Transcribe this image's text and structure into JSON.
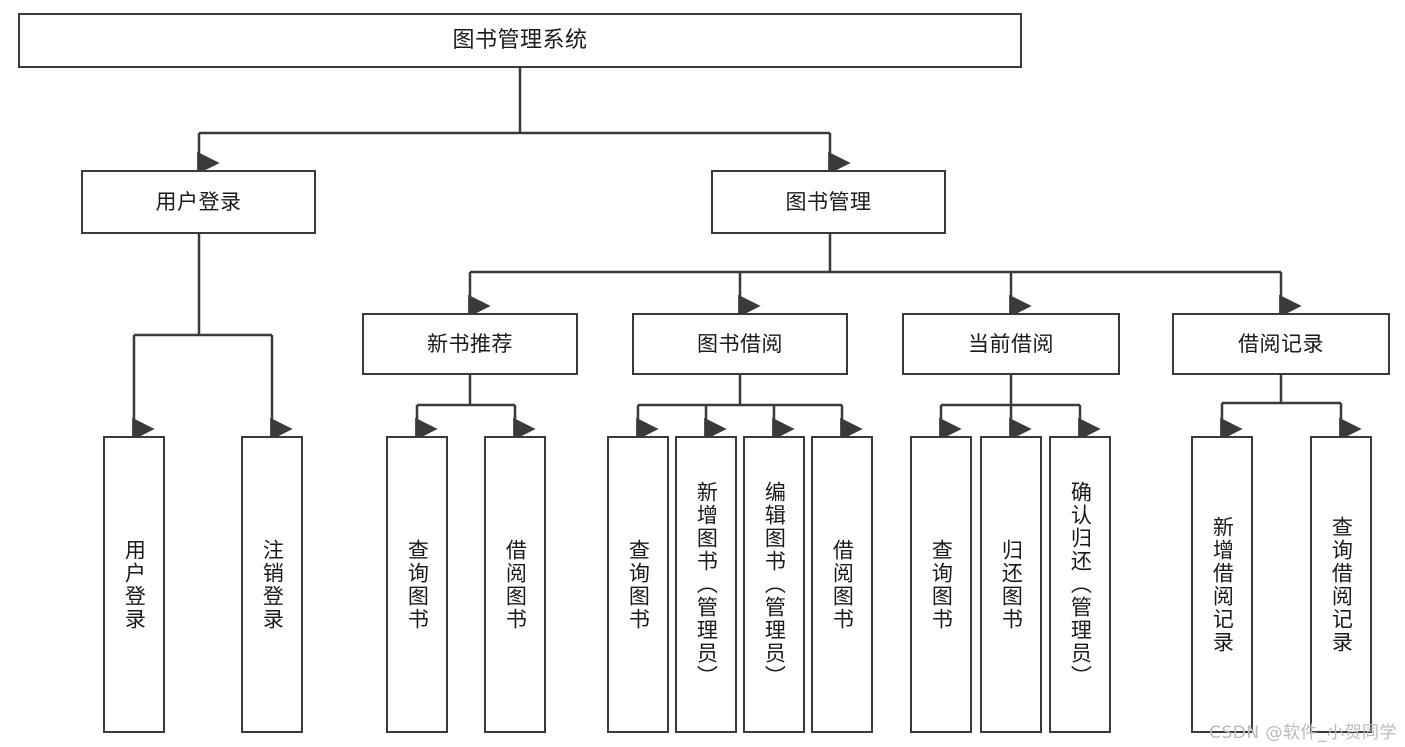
{
  "diagram": {
    "title": "图书管理系统",
    "type": "tree",
    "colors": {
      "stroke": "#3a3a3a",
      "box_fill": "#ffffff",
      "text": "#1a1a1a",
      "watermark": "#b9b9b9",
      "background": "#ffffff"
    },
    "root": {
      "label": "图书管理系统"
    },
    "level2": [
      {
        "id": "user-login",
        "label": "用户登录"
      },
      {
        "id": "book-manage",
        "label": "图书管理"
      }
    ],
    "level3": [
      {
        "id": "new-book-recommend",
        "label": "新书推荐"
      },
      {
        "id": "book-borrow",
        "label": "图书借阅"
      },
      {
        "id": "current-borrow",
        "label": "当前借阅"
      },
      {
        "id": "borrow-record",
        "label": "借阅记录"
      }
    ],
    "leaves": {
      "user_login": [
        {
          "id": "leaf-user-login",
          "label": "用户登录"
        },
        {
          "id": "leaf-logout-login",
          "label": "注销登录"
        }
      ],
      "new_book_recommend": [
        {
          "id": "leaf-query-book-1",
          "label": "查询图书"
        },
        {
          "id": "leaf-borrow-book-1",
          "label": "借阅图书"
        }
      ],
      "book_borrow": [
        {
          "id": "leaf-query-book-2",
          "label": "查询图书"
        },
        {
          "id": "leaf-add-book",
          "label": "新增图书（管理员）"
        },
        {
          "id": "leaf-edit-book",
          "label": "编辑图书（管理员）"
        },
        {
          "id": "leaf-borrow-book-2",
          "label": "借阅图书"
        }
      ],
      "current_borrow": [
        {
          "id": "leaf-query-book-3",
          "label": "查询图书"
        },
        {
          "id": "leaf-return-book",
          "label": "归还图书"
        },
        {
          "id": "leaf-confirm-return",
          "label": "确认归还（管理员）"
        }
      ],
      "borrow_record": [
        {
          "id": "leaf-add-record",
          "label": "新增借阅记录"
        },
        {
          "id": "leaf-query-record",
          "label": "查询借阅记录"
        }
      ]
    }
  },
  "watermark": {
    "text": "CSDN @软件_小贺同学"
  }
}
